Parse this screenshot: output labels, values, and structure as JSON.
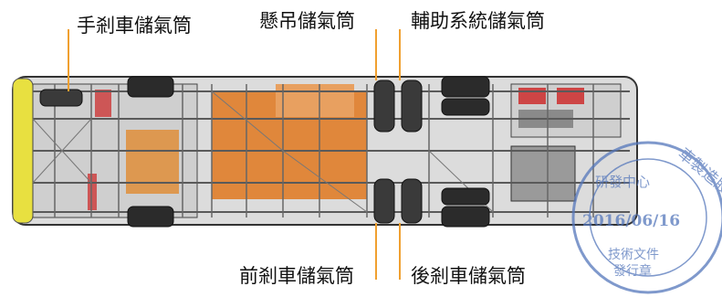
{
  "labels": {
    "handbrake_tank": "手剎車儲氣筒",
    "suspension_tank": "懸吊儲氣筒",
    "auxiliary_tank": "輔助系統儲氣筒",
    "front_brake_tank": "前剎車儲氣筒",
    "rear_brake_tank": "後剎車儲氣筒"
  },
  "stamp": {
    "ring_text": "車製造股份有限公司文件",
    "inner_top": "研發中心",
    "date": "2016/06/16",
    "inner_bottom_1": "技術文件",
    "inner_bottom_2": "發行章"
  },
  "colors": {
    "callout_line": "#f0a030",
    "frame": "#5a5a5a",
    "orange": "#e0781e",
    "stamp": "#5577bb",
    "yellow": "#e8e040",
    "red": "#cc2222"
  }
}
